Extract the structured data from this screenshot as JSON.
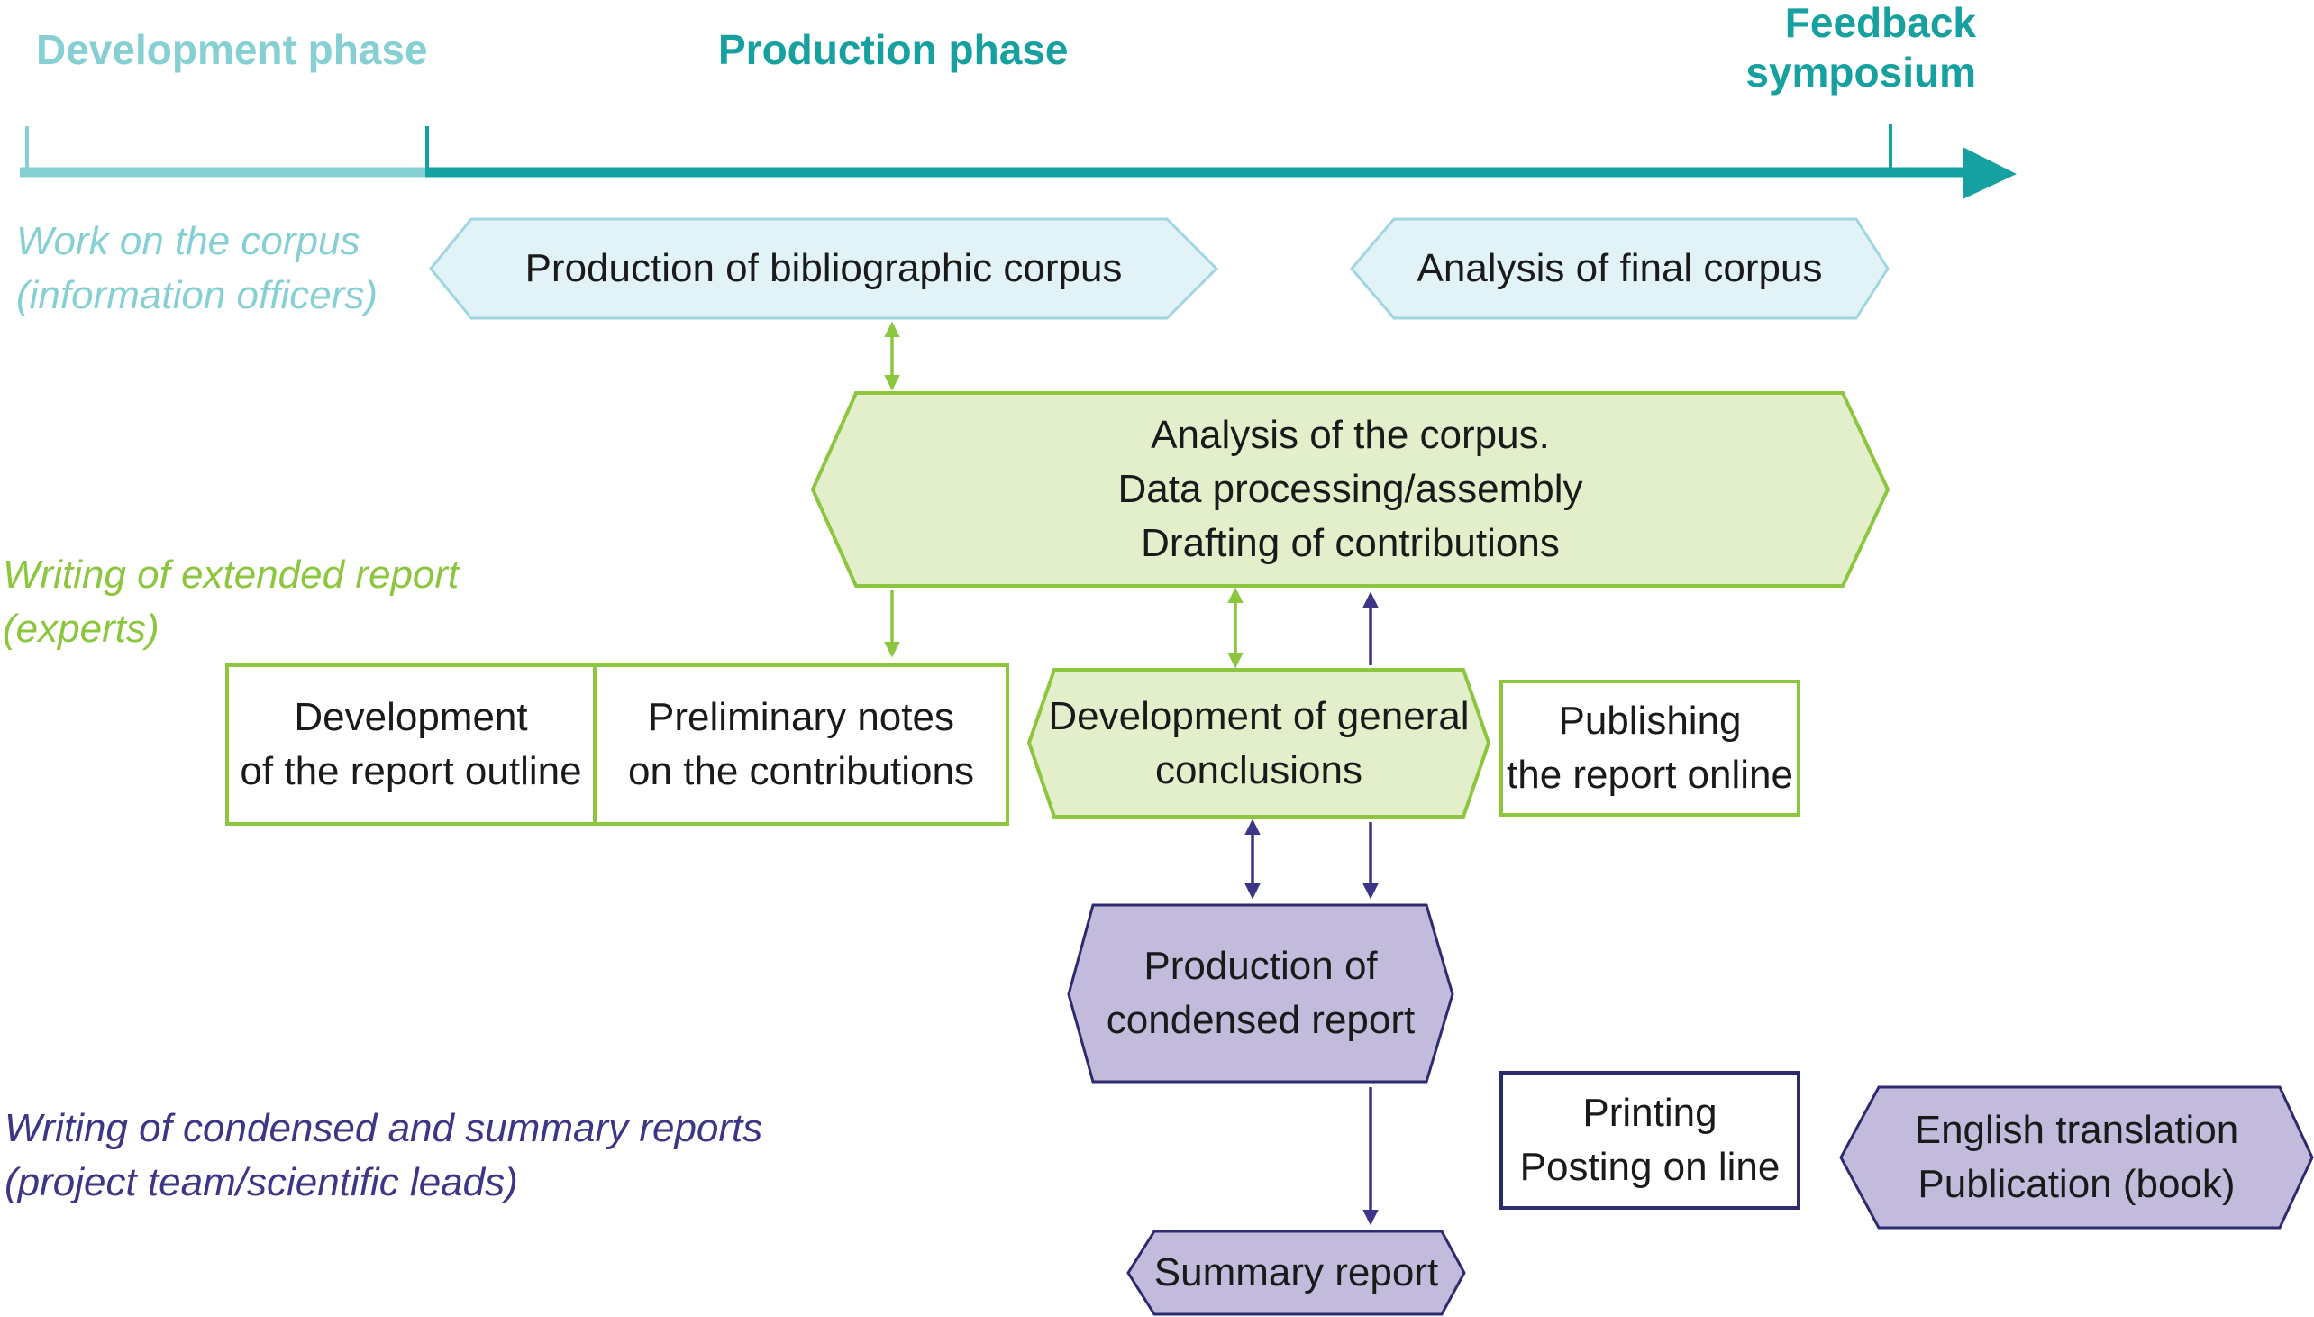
{
  "phases": {
    "development": "Development phase",
    "production": "Production phase",
    "feedback": [
      "Feedback",
      "symposium"
    ]
  },
  "lanes": {
    "corpus": [
      "Work on the corpus",
      "(information officers)"
    ],
    "extended": [
      "Writing of extended report",
      "(experts)"
    ],
    "condensed": [
      "Writing of condensed and summary reports",
      "(project team/scientific leads)"
    ]
  },
  "boxes": {
    "bibliographic": [
      "Production of bibliographic corpus"
    ],
    "final_corpus": [
      "Analysis of final corpus"
    ],
    "analysis": [
      "Analysis of the corpus.",
      "Data processing/assembly",
      "Drafting of contributions"
    ],
    "outline": [
      "Development",
      "of the report outline"
    ],
    "preliminary": [
      "Preliminary notes",
      "on the contributions"
    ],
    "conclusions": [
      "Development of general",
      "conclusions"
    ],
    "publishing": [
      "Publishing",
      "the report online"
    ],
    "condensed": [
      "Production of",
      "condensed report"
    ],
    "printing": [
      "Printing",
      "Posting on line"
    ],
    "translation": [
      "English translation",
      "Publication (book)"
    ],
    "summary": [
      "Summary report"
    ]
  },
  "colors": {
    "light_teal": "#86cfd3",
    "teal": "#16a09f",
    "light_blue_fill": "#e2f3f8",
    "light_blue_stroke": "#9fd6e0",
    "green": "#8cc63f",
    "green_fill": "#e3efcb",
    "purple": "#3d3585",
    "purple_fill": "#c2bbdc",
    "purple_stroke": "#2e2a6e"
  }
}
